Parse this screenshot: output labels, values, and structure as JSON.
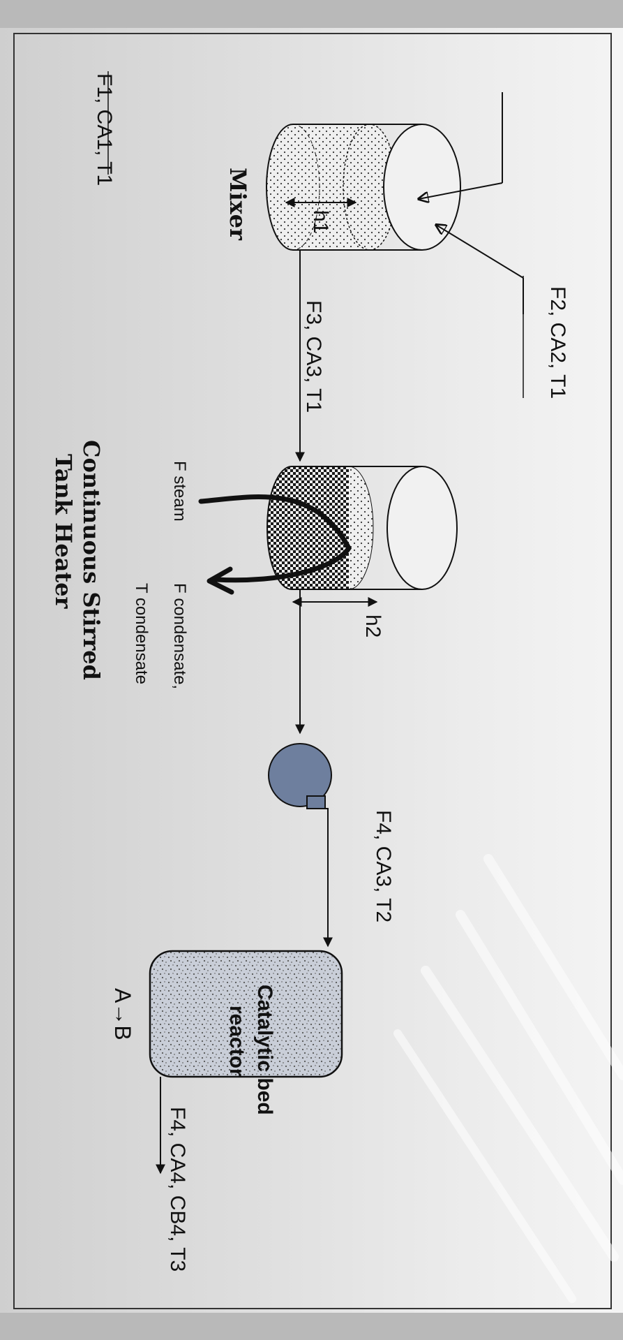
{
  "streams": {
    "feed1": "F1, CA1, T1",
    "feed2": "F2, CA2, T1",
    "mixer_outlet": "F3, CA3, T1",
    "pump_outlet": "F4, CA3, T2",
    "reactor_outlet": "F4, CA4, CB4, T3"
  },
  "units": {
    "mixer_label": "Mixer",
    "heater_label_line1": "Continuous Stirred",
    "heater_label_line2": "Tank Heater",
    "reactor_line1": "Catalytic bed",
    "reactor_line2": "reactor",
    "reaction": "A→B"
  },
  "levels": {
    "h1": "h1",
    "h2": "h2"
  },
  "utilities": {
    "steam": "F steam",
    "condensate_flow": "F condensate,",
    "condensate_temp": "T condensate"
  },
  "colors": {
    "pump": "#6e7f9e",
    "ink": "#111111",
    "reactor_fill": "#c9ced8"
  }
}
